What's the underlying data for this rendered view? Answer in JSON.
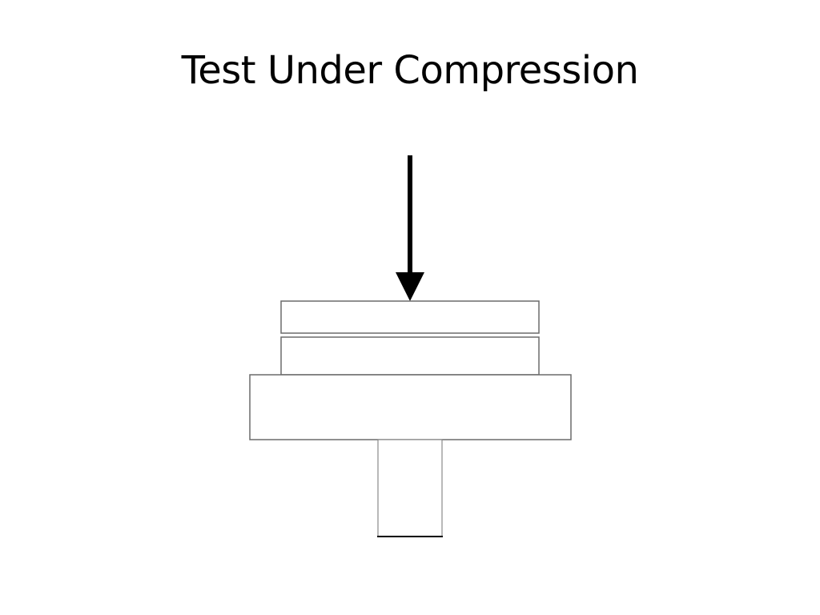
{
  "slide": {
    "title": "Test Under Compression"
  },
  "diagram": {
    "parts": [
      "load-arrow",
      "top-plate",
      "specimen",
      "platen",
      "support-stem"
    ],
    "colors": {
      "arrow": "#000000",
      "outline": "#6b6b6b",
      "fill": "#ffffff"
    }
  }
}
